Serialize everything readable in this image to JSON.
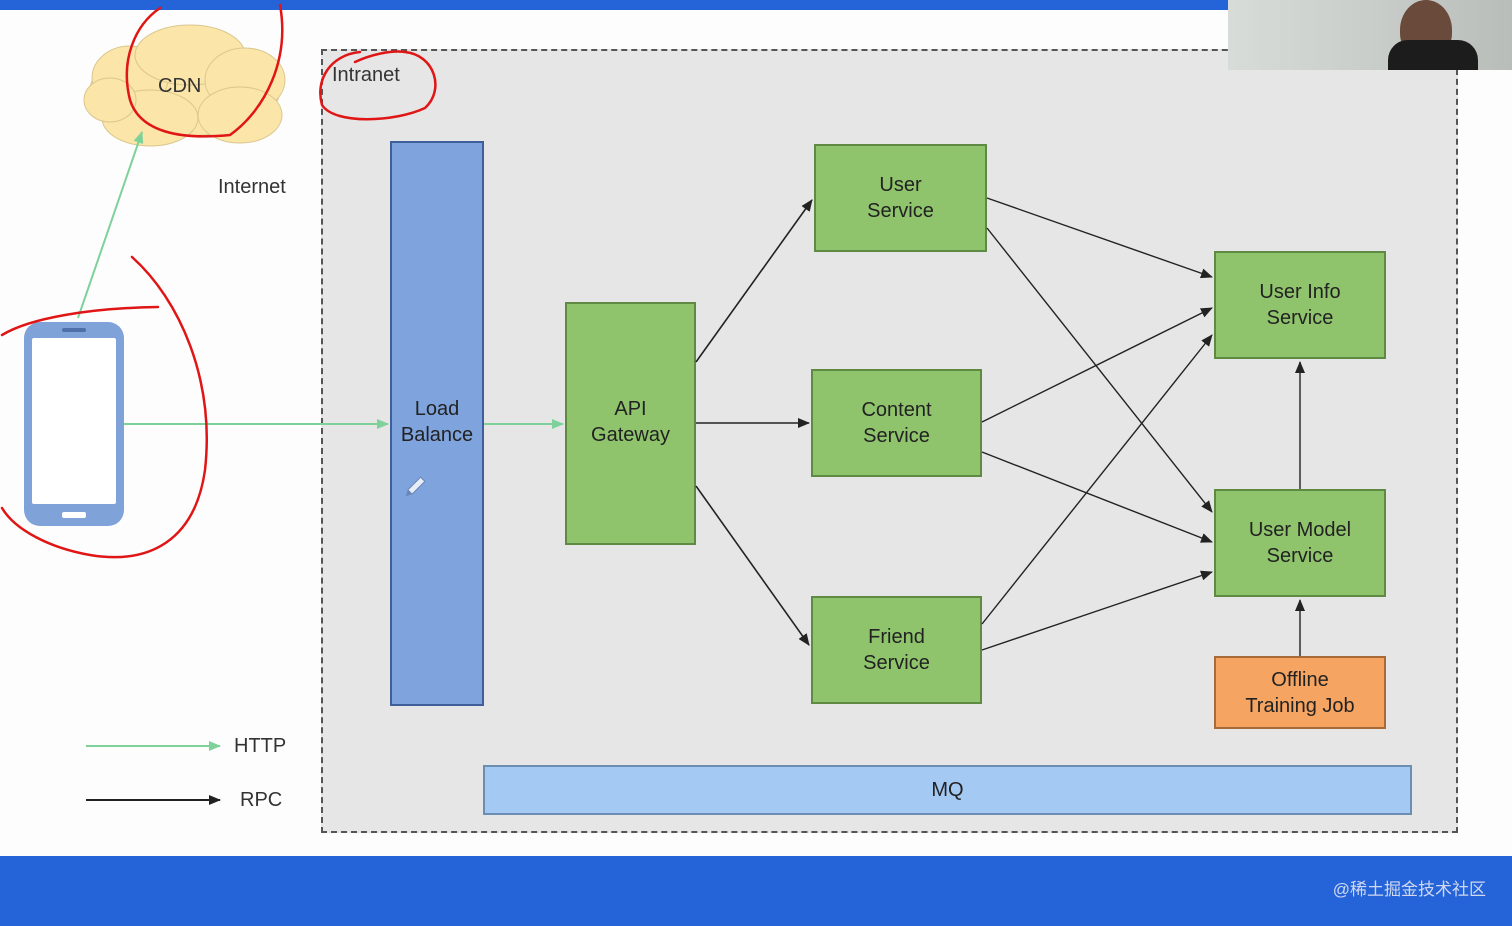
{
  "labels": {
    "cdn": "CDN",
    "intranet": "Intranet",
    "internet": "Internet",
    "load_balance": "Load\nBalance",
    "api_gateway": "API\nGateway",
    "user_service": "User\nService",
    "content_service": "Content\nService",
    "friend_service": "Friend\nService",
    "user_info_service": "User Info\nService",
    "user_model_service": "User Model\nService",
    "offline_training_job": "Offline\nTraining Job",
    "mq": "MQ"
  },
  "legend": {
    "http": "HTTP",
    "rpc": "RPC"
  },
  "watermark": "@稀土掘金技术社区",
  "colors": {
    "service_green": "#8fc46d",
    "load_balance_blue": "#7ea3dd",
    "mq_blue": "#a4c9f3",
    "job_orange": "#f5a561",
    "http_arrow": "#7fd19a",
    "rpc_arrow": "#222222",
    "annotation_red": "#e01515",
    "frame_blue": "#2563d9"
  }
}
